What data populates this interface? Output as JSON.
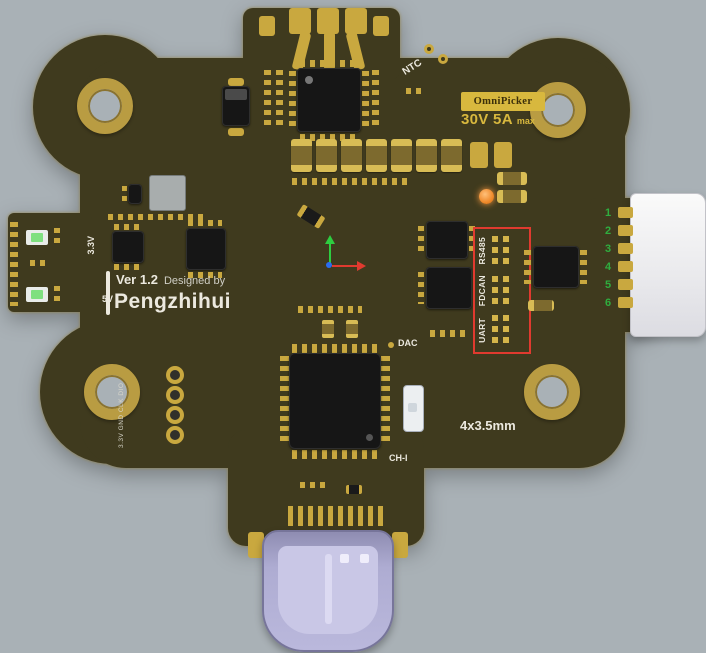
{
  "colors": {
    "background": "#a9b1b6",
    "board": "#3f3a1e",
    "gold": "#c9a83f",
    "silkscreen": "#ece9df",
    "interface_box_border": "#e03a2f",
    "pin_number_green": "#2fae3f",
    "usb_shell": "#aeacd2",
    "brand_badge_gold": "#d8b83e",
    "status_led_orange": "#ef8a2b"
  },
  "board_text": {
    "version": "Ver 1.2",
    "designed_by": "Designed by",
    "designer": "Pengzhihui",
    "badge": "OmniPicker",
    "rating": "30V 5A",
    "rating_suffix": "max",
    "ntc": "NTC",
    "dac": "DAC",
    "ch1": "CH-I",
    "hole_spec": "4x3.5mm",
    "rail_3v3": "3.3V",
    "rail_5v": "5V",
    "debug_header": "3.3V GND CLK DIO"
  },
  "interface_box": {
    "labels": [
      "RS485",
      "FDCAN",
      "UART"
    ]
  },
  "connector": {
    "pins": [
      "1",
      "2",
      "3",
      "4",
      "5",
      "6"
    ]
  }
}
